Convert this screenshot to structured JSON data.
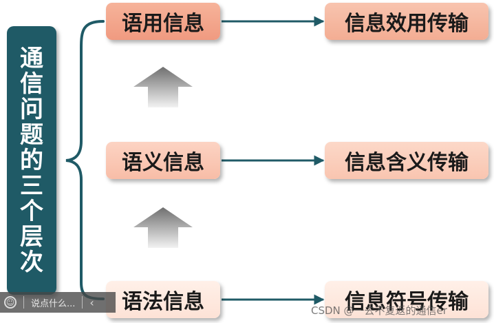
{
  "title_chars": [
    "通",
    "信",
    "问",
    "题",
    "的",
    "三",
    "个",
    "层",
    "次"
  ],
  "levels": [
    {
      "name": "语用信息",
      "result": "信息效用传输"
    },
    {
      "name": "语义信息",
      "result": "信息含义传输"
    },
    {
      "name": "语法信息",
      "result": "信息符号传输"
    }
  ],
  "overlay": {
    "placeholder": "说点什么...",
    "smile_icon": "smile-icon",
    "chevron_icon": "chevron-left-icon"
  },
  "watermark": "CSDN @一去不复返的通信er",
  "colors": {
    "title_bg": "#1f5a66",
    "connector": "#1f5a66",
    "box_top": "#f09a80",
    "box_mid": "#f8bda7",
    "box_bottom": "#fde2d6"
  }
}
